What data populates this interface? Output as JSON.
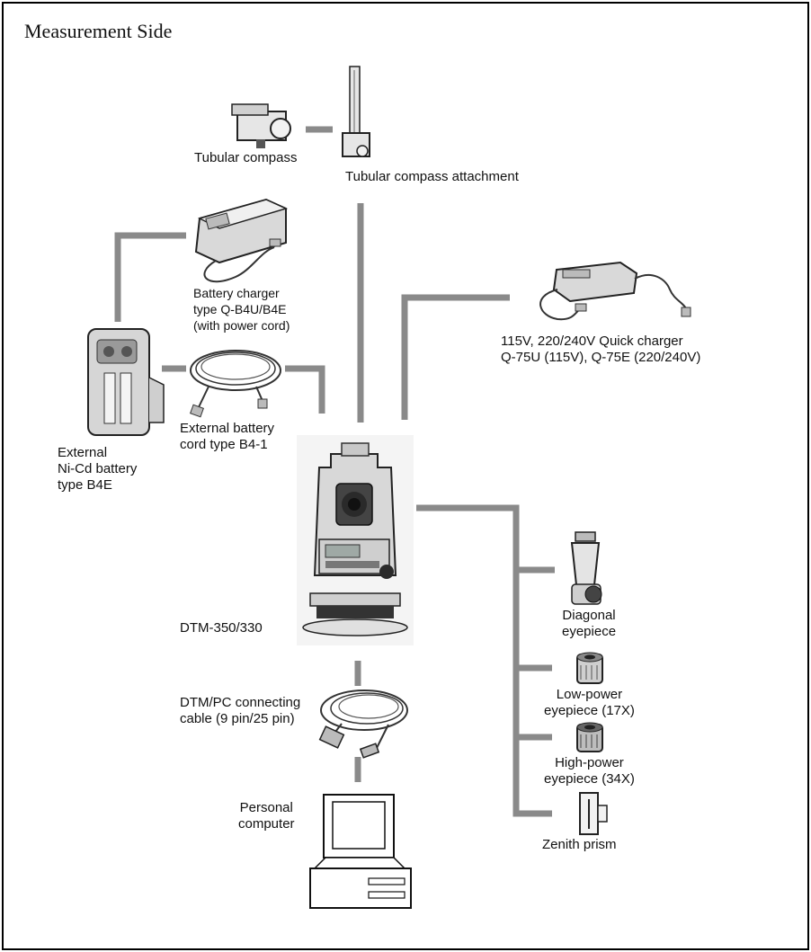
{
  "title": "Measurement Side",
  "labels": {
    "tubular_compass": "Tubular compass",
    "tubular_compass_attachment": "Tubular compass attachment",
    "battery_charger": [
      "Battery charger",
      "type Q-B4U/B4E",
      "(with power cord)"
    ],
    "quick_charger": [
      "115V, 220/240V Quick charger",
      "Q-75U (115V), Q-75E (220/240V)"
    ],
    "external_battery_cord": [
      "External battery",
      "cord type B4-1"
    ],
    "external_battery": [
      "External",
      "Ni-Cd battery",
      "type B4E"
    ],
    "instrument": "DTM-350/330",
    "diagonal_eyepiece": [
      "Diagonal",
      "eyepiece"
    ],
    "low_power_eyepiece": [
      "Low-power",
      "eyepiece (17X)"
    ],
    "high_power_eyepiece": [
      "High-power",
      "eyepiece (34X)"
    ],
    "zenith_prism": "Zenith prism",
    "connecting_cable": [
      "DTM/PC connecting",
      "cable (9 pin/25 pin)"
    ],
    "personal_computer": [
      "Personal",
      "computer"
    ]
  },
  "colors": {
    "connector": "#8a8a8a",
    "border": "#000000",
    "device_fill": "#e6e6e6",
    "device_dark": "#2a2a2a"
  }
}
